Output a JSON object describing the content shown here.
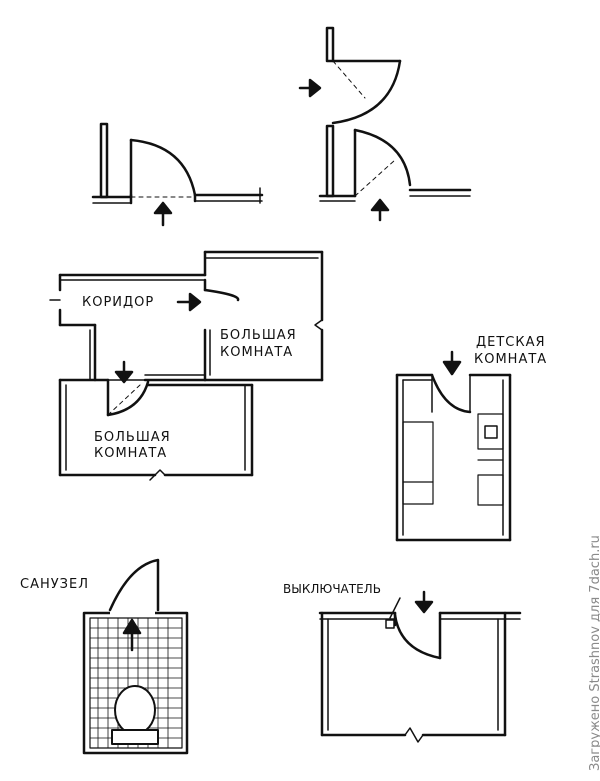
{
  "labels": {
    "corridor": "КОРИДОР",
    "big_room_top_line1": "БОЛЬШАЯ",
    "big_room_top_line2": "КОМНАТА",
    "big_room_bottom_line1": "БОЛЬШАЯ",
    "big_room_bottom_line2": "КОМНАТА",
    "kids_room_line1": "ДЕТСКАЯ",
    "kids_room_line2": "КОМНАТА",
    "bathroom": "САНУЗЕЛ",
    "switch": "ВЫКЛЮЧАТЕЛЬ"
  },
  "watermark": "Загружено Strashnov для 7dach.ru",
  "colors": {
    "ink": "#111111",
    "watermark": "#8a8a8a"
  }
}
